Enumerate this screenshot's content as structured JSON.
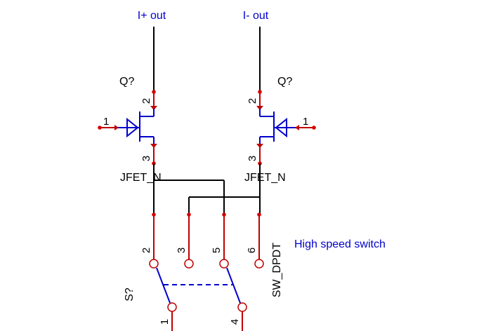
{
  "net_labels": {
    "iplus": "I+ out",
    "iminus": "I- out"
  },
  "jfet_left": {
    "refdes": "Q?",
    "value": "JFET_N",
    "pin_drain": "2",
    "pin_gate": "1",
    "pin_source": "3"
  },
  "jfet_right": {
    "refdes": "Q?",
    "value": "JFET_N",
    "pin_drain": "2",
    "pin_gate": "1",
    "pin_source": "3"
  },
  "switch": {
    "refdes": "S?",
    "value": "SW_DPDT",
    "description": "High speed switch",
    "pins": [
      "2",
      "3",
      "5",
      "6",
      "1",
      "4"
    ]
  },
  "colors": {
    "wire": "#000000",
    "pin": "#c00000",
    "component": "#0000cc",
    "label": "#0000cc",
    "text": "#000000"
  }
}
